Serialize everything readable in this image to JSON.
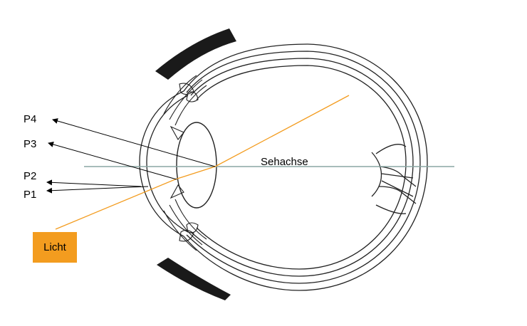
{
  "labels": {
    "p4": "P4",
    "p3": "P3",
    "p2": "P2",
    "p1": "P1",
    "axis": "Sehachse",
    "light": "Licht"
  },
  "colors": {
    "light_ray": "#f39c1f",
    "light_box": "#f39c1f",
    "axis": "#8aa6a3",
    "ink": "#000000"
  }
}
